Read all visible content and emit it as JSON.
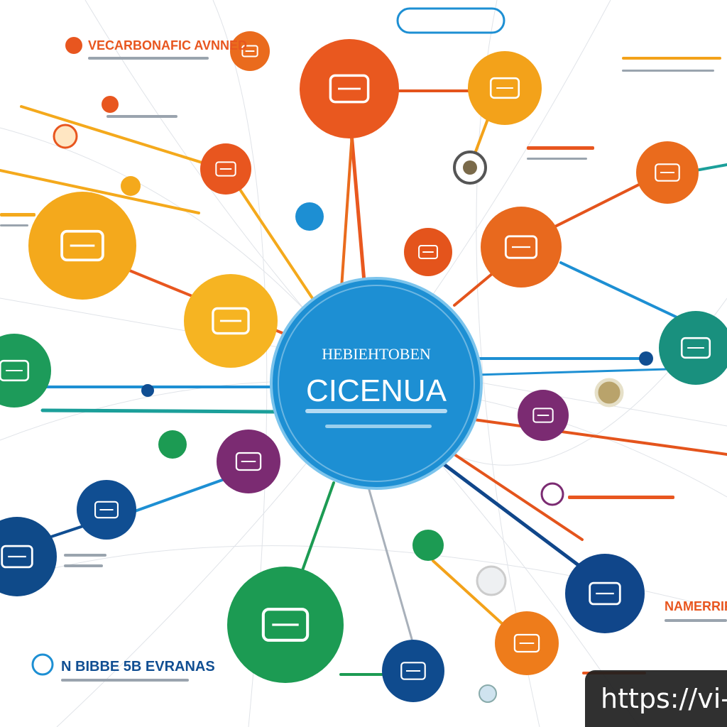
{
  "hub": {
    "name": "center-hub",
    "fill": "#1d8fd3",
    "heading": "HEBIEHTOBEN",
    "title": "CICENUA",
    "subtitle": "",
    "caption": ""
  },
  "nodes": [
    {
      "name": "orange-node-top",
      "fill": "#e9581f",
      "label": "",
      "icon": "roof-icon"
    },
    {
      "name": "orange-node-top-right",
      "fill": "#f3a21a",
      "label": "",
      "icon": "document-icon"
    },
    {
      "name": "orange-node-small-top",
      "fill": "#ea6b1d",
      "label": "",
      "icon": "circle-icon"
    },
    {
      "name": "orange-node-far-right",
      "fill": "#ea6b1d",
      "label": "",
      "icon": "badge-icon"
    },
    {
      "name": "orange-node-mid-left",
      "fill": "#e8561f",
      "label": "",
      "icon": "clipboard-icon"
    },
    {
      "name": "yellow-node-left",
      "fill": "#f4a91c",
      "label": "",
      "icon": "text-icon"
    },
    {
      "name": "yellow-node-center",
      "fill": "#f6b422",
      "label": "",
      "icon": "sun-icon"
    },
    {
      "name": "teal-node-right",
      "fill": "#19907e",
      "label": "",
      "icon": "board-icon"
    },
    {
      "name": "green-node-left",
      "fill": "#1d9b5a",
      "label": "",
      "icon": "leaf-icon"
    },
    {
      "name": "green-node-bottom",
      "fill": "#1c9b53",
      "label": "",
      "icon": "plant-icon"
    },
    {
      "name": "blue-node-bottom-left",
      "fill": "#104e92",
      "label": "",
      "icon": "tree-icon"
    },
    {
      "name": "blue-node-left-edge",
      "fill": "#0f4a89",
      "label": "",
      "icon": "grid-icon"
    },
    {
      "name": "blue-node-bottom-right",
      "fill": "#10468a",
      "label": "",
      "icon": "flag-icon"
    },
    {
      "name": "blue-node-bottom",
      "fill": "#0f4b8e",
      "label": "",
      "icon": "ship-icon"
    },
    {
      "name": "purple-node-left",
      "fill": "#7b2b72",
      "label": "",
      "icon": "calendar-icon"
    },
    {
      "name": "purple-node-right",
      "fill": "#7b2b72",
      "label": "",
      "icon": "pin-icon"
    },
    {
      "name": "orange-node-right-mid",
      "fill": "#e8691e",
      "label": "",
      "icon": "monitor-icon"
    },
    {
      "name": "red-node-mid",
      "fill": "#e4541c",
      "label": "",
      "icon": "tag-icon"
    },
    {
      "name": "orange-node-bottom-right",
      "fill": "#ee7c1b",
      "label": "",
      "icon": "tools-icon"
    }
  ],
  "labels": [
    {
      "name": "label-top-center",
      "text": "",
      "color": "#1d8fd3"
    },
    {
      "name": "label-top-left",
      "text": "VECARBONAFIC AVNNED",
      "color": "#e8561f"
    },
    {
      "name": "label-left-1",
      "text": "",
      "color": "#e8561f"
    },
    {
      "name": "label-right-mid",
      "text": "",
      "color": "#e8561f"
    },
    {
      "name": "label-right-bottom",
      "text": "NAMERRIFE",
      "color": "#e8561f"
    },
    {
      "name": "label-bottom-left",
      "text": "N BIBBE 5B EVRANAS",
      "color": "#104e92"
    },
    {
      "name": "label-left-edge",
      "text": "",
      "color": "#f4a91c"
    }
  ],
  "watermark": {
    "text": "https://vi-"
  }
}
